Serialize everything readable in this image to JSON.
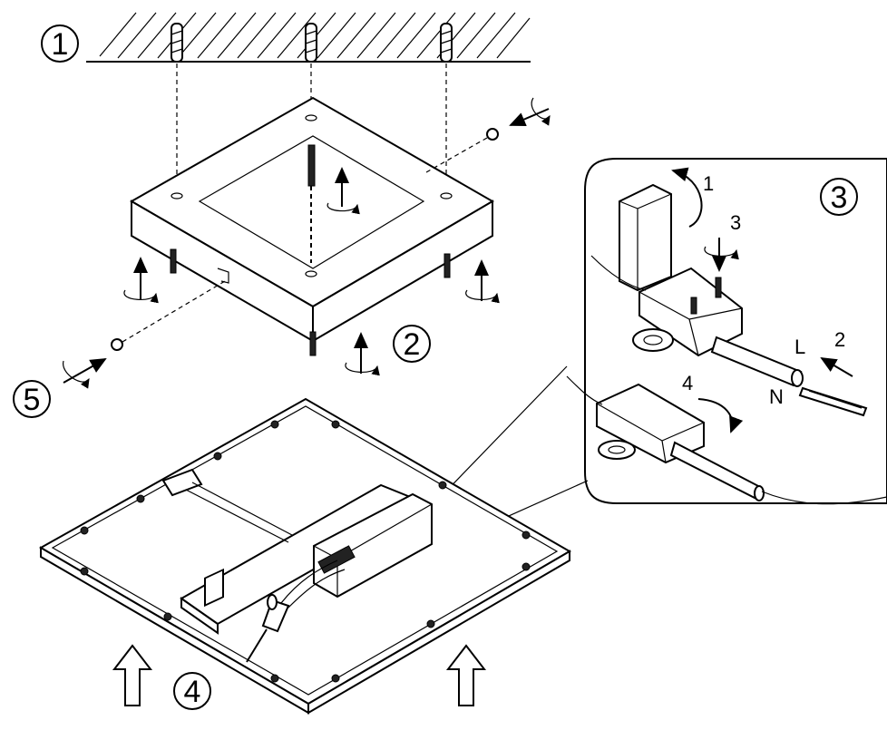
{
  "steps": {
    "s1": "1",
    "s2": "2",
    "s3": "3",
    "s4": "4",
    "s5": "5"
  },
  "detail": {
    "sub1": "1",
    "sub2": "2",
    "sub3": "3",
    "sub4": "4",
    "live": "L",
    "neutral": "N"
  }
}
